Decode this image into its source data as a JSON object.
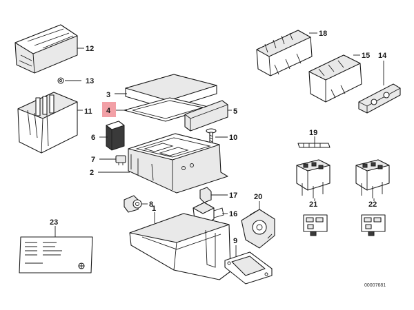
{
  "diagram": {
    "highlight_color": "#f2a0a6",
    "line_color": "#1a1a1a",
    "callouts": {
      "p2": "2",
      "p3": "3",
      "p4": "4",
      "p5": "5",
      "p6": "6",
      "p7": "7",
      "p8": "8",
      "p9": "9",
      "p10": "10",
      "p11": "11",
      "p12": "12",
      "p13": "13",
      "p14": "14",
      "p15": "15",
      "p16": "16",
      "p17": "17",
      "p18": "18",
      "p19": "19",
      "p20": "20",
      "p21": "21",
      "p22": "22",
      "p23": "23",
      "p1": "1"
    },
    "highlighted_callout": "4",
    "reference_number": "00007681"
  }
}
